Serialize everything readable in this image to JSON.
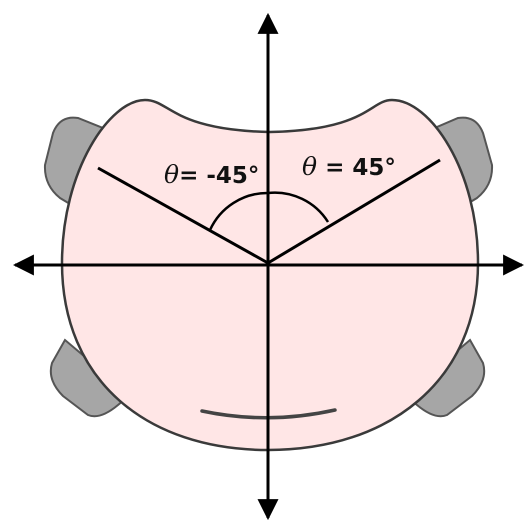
{
  "diagram": {
    "labels": {
      "left_angle": {
        "symbol": "θ",
        "text": "= -45°"
      },
      "right_angle": {
        "symbol": "θ",
        "text": " = 45°"
      }
    },
    "colors": {
      "body_fill": "#ffe6e6",
      "body_stroke": "#3a3a3a",
      "bumper_fill": "#a6a6a6",
      "bumper_stroke": "#555555",
      "axis": "#000000",
      "angle_line": "#000000"
    },
    "icons": {
      "robot_body": "pink-rounded-robot-body",
      "bumpers": "gray-side-bumpers",
      "axes": "cross-axes-with-arrowheads"
    }
  }
}
